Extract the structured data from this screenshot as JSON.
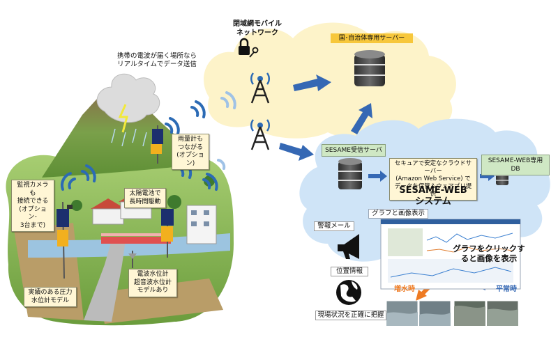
{
  "labels": {
    "closed_network": "閉域網モバイル\nネットワーク",
    "gov_server": "国･自治体専用サーバー",
    "realtime": "携帯の電波が届く場所なら\nリアルタイムでデータ送信",
    "rain_gauge": "雨量計も\nつながる\n(オプション)",
    "camera": "監視カメラも\n接続できる\n(オプション･\n3台まで)",
    "solar": "太陽電池で\n長時間駆動",
    "pressure_gauge": "実績のある圧力\n水位計モデル",
    "radio_gauge": "電波水位計\n超音波水位計\nモデルあり",
    "sesame_receiver": "SESAME受信サーバ",
    "cloud_desc": "セキュアで安定なクラウドサーバー\n(Amazon Web Service) で\nデータを保管＆ウェアプリ提供",
    "sesame_db": "SESAME-WEB専用DB",
    "system_title": "SESAME-WEB\nシステム",
    "graph_display": "グラフと画像表示",
    "alert_mail": "警報メール",
    "location": "位置情報",
    "site_status": "現場状況を正確に把握",
    "click_graph": "グラフをクリックす\nると画像を表示",
    "flood": "増水時",
    "normal": "平常時"
  },
  "colors": {
    "cloud_yellow": "#fdf3c9",
    "cloud_blue": "#cfe4f7",
    "signal_blue": "#2c6bb5",
    "arrow_blue": "#3568b4",
    "arrow_orange": "#ee7a22",
    "hill_green": "#7fb24e"
  }
}
